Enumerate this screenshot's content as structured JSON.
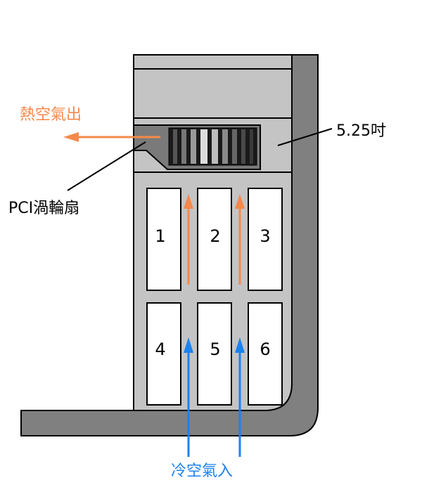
{
  "labels": {
    "hot_air_out": "熱空氣出",
    "drive_bay": "5.25吋",
    "pci_fan": "PCI渦輪扇",
    "cold_air_in": "冷空氣入"
  },
  "slots": [
    "1",
    "2",
    "3",
    "4",
    "5",
    "6"
  ],
  "colors": {
    "hot_air": "#f5894a",
    "cold_air": "#1a82f2",
    "chassis": "#808080",
    "bay_fill": "#c4c4c4"
  }
}
